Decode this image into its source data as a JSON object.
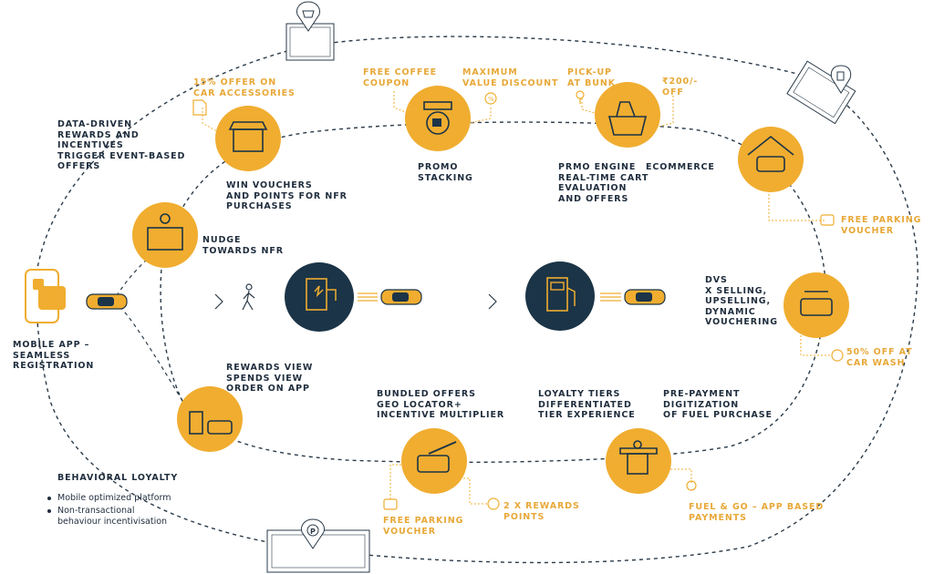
{
  "colors": {
    "gold": "#f0ad30",
    "navy": "#1b3447",
    "text": "#1f2d3d",
    "accent_text": "#e8a838",
    "line": "#2a3a48"
  },
  "labels": {
    "data_driven": "DATA-DRIVEN\nREWARDS AND\nINCENTIVES\nTRIGGER EVENT-BASED\nOFFERS",
    "offer_accessories": "15% OFFER ON\nCAR ACCESSORIES",
    "win_vouchers": "WIN VOUCHERS\nAND POINTS FOR NFR\nPURCHASES",
    "free_coffee": "FREE COFFEE\nCOUPON",
    "max_discount": "MAXIMUM\nVALUE DISCOUNT",
    "promo_stacking": "PROMO\nSTACKING",
    "pickup": "PICK-UP\nAT BUNK",
    "rs200": "₹200/-\nOff",
    "promo_engine": "PRMO ENGINE\nREAL-TIME CART\nEVALUATION\nAND OFFERS",
    "ecommerce": "ECOMMERCE",
    "free_parking_right": "FREE PARKING\nVOUCHER",
    "nudge": "NUDGE\nTOWARDS NFR",
    "dvs": "DVS\nX SELLING,\nUPSELLING,\nDYNAMIC\nVOUCHERING",
    "car_wash": "50% OFF AT\nCAR WASH",
    "mobile_app": "MOBILE APP –\nSEAMLESS\nREGISTRATION",
    "rewards_view": "REWARDS VIEW\nSPENDS VIEW\nORDER ON APP",
    "bundled": "BUNDLED OFFERS\nGEO LOCATOR+\nINCENTIVE MULTIPLIER",
    "loyalty_tiers": "LOYALTY TIERS\nDIFFERENTIATED\nTIER EXPERIENCE",
    "prepayment": "PRE-PAYMENT\nDIGITIZATION\nOF FUEL PURCHASE",
    "free_parking_bottom": "FREE PARKING\nVOUCHER",
    "rewards_points": "2 X REWARDS\nPOINTS",
    "fuel_go": "FUEL & GO – APP BASED\nPAYMENTS",
    "behavioral_title": "BEHAVIORAL LOYALTY",
    "bullets": [
      "Mobile optimized platform",
      "Non-transactional\nbehaviour incentivisation"
    ]
  },
  "icons": {
    "cart_sign": "shopping-cart-sign-icon",
    "fuel_sign": "fuel-station-sign-icon",
    "parking_sign": "parking-sign-icon",
    "accessory_shop": "accessory-shop-icon",
    "coffee_sign": "coffee-sign-icon",
    "grocery_basket": "grocery-basket-icon",
    "car_garage": "car-garage-icon",
    "ev_charger": "ev-charger-icon",
    "fuel_pump": "fuel-pump-icon",
    "car_wash": "car-wash-icon",
    "charging_car": "charging-car-icon",
    "toll_gate": "toll-gate-icon",
    "fuel_pay_station": "fuel-pay-station-icon",
    "mobile_phone": "mobile-app-icon",
    "pedestrian": "walking-person-icon"
  }
}
